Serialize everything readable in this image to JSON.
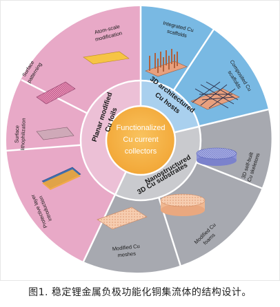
{
  "center": {
    "line1": "Functionalized",
    "line2": "Cu current",
    "line3": "collectors"
  },
  "categories": {
    "planar": {
      "line1": "Planar modified",
      "line2": "Cu foils"
    },
    "architectured": {
      "line1": "3D architectured",
      "line2": "Cu hosts"
    },
    "nanostructured": {
      "line1": "Nanostructured",
      "line2": "3D Cu substrates"
    }
  },
  "segments": {
    "atom_scale": {
      "line1": "Atom-scale",
      "line2": "modification"
    },
    "surface_patterning": {
      "line1": "Surface",
      "line2": "patterning"
    },
    "surface_lithophilization": {
      "line1": "Surface",
      "line2": "lithophilization"
    },
    "protective_layer": {
      "line1": "Protective layer",
      "line2": "introduction"
    },
    "integrated_scaffolds": {
      "line1": "Integrated Cu",
      "line2": "scaffolds"
    },
    "composited_scaffolds": {
      "line1": "Composited Cu",
      "line2": "scaffolds"
    },
    "self_built_skeletons": {
      "line1": "3D self-built",
      "line2": "Cu skeletons"
    },
    "modified_foams": {
      "line1": "Modified Cu",
      "line2": "foams"
    },
    "modified_meshes": {
      "line1": "Modified Cu",
      "line2": "meshes"
    }
  },
  "caption": "图1. 稳定锂金属负极功能化铜集流体的结构设计。",
  "colors": {
    "planar_outer": "#e8a9c7",
    "planar_inner": "#ecc0d6",
    "architectured_outer": "#79b9e3",
    "architectured_inner": "#a9d0ee",
    "nanostructured_outer": "#a7a9b0",
    "nanostructured_inner": "#c9cace",
    "center_fill": "#f5b54a",
    "center_text": "#ffffff",
    "divider": "#ffffff"
  }
}
